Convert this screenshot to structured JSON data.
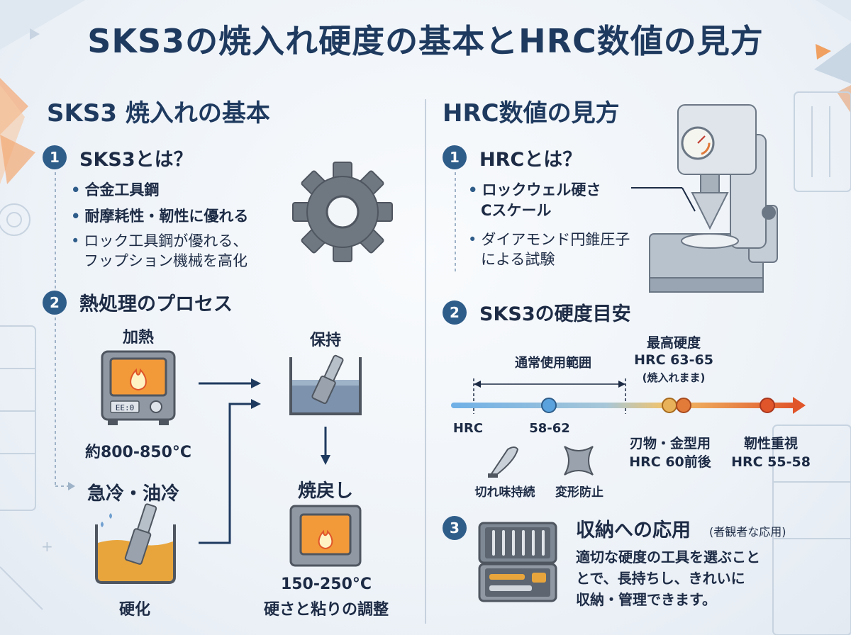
{
  "title": "SKS3の焼入れ硬度の基本とHRC数値の見方",
  "left": {
    "heading": "SKS3 焼入れの基本",
    "s1": {
      "num": "1",
      "title": "SKS3とは？",
      "bullets": [
        "合金工具鋼",
        "耐摩耗性・靭性に優れる",
        "ロック工具鋼が優れる、",
        "フップション機械を高化"
      ]
    },
    "s2": {
      "num": "2",
      "title": "熱処理のプロセス",
      "heat_label": "加熱",
      "heat_temp": "約800-850°C",
      "furnace_display": "EE:0",
      "hold_label": "保持",
      "quench_label": "急冷・油冷",
      "quench_result": "硬化",
      "temper_label": "焼戻し",
      "temper_temp": "150-250°C",
      "temper_desc": "硬さと粘りの調整"
    }
  },
  "right": {
    "heading": "HRC数値の見方",
    "s1": {
      "num": "1",
      "title": "HRCとは？",
      "bullets": [
        "ロックウェル硬さ",
        "Cスケール",
        "ダイアモンド円錐圧子",
        "による試験"
      ]
    },
    "s2": {
      "num": "2",
      "title": "SKS3の硬度目安",
      "range_label": "通常使用範囲",
      "max_title": "最高硬度",
      "max_value": "HRC 63-65",
      "max_note": "(焼入れまま)",
      "axis_label": "HRC",
      "tick_58": "58-62",
      "blade_title": "刃物・金型用",
      "blade_value": "HRC 60前後",
      "tough_title": "靭性重視",
      "tough_value": "HRC 55-58",
      "icon1_label": "切れ味持続",
      "icon2_label": "変形防止"
    },
    "s3": {
      "num": "3",
      "title": "収納への応用",
      "title_note": "(者観者な応用)",
      "lines": [
        "適切な硬度の工具を選ぶこと",
        "とで、長持ちし、きれいに",
        "収納・管理できます。"
      ]
    }
  }
}
